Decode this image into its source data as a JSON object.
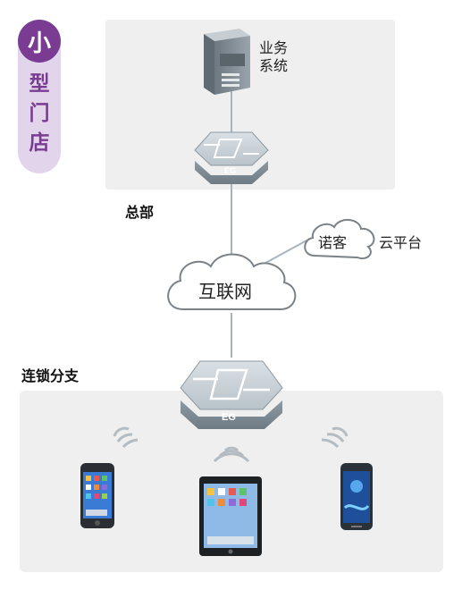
{
  "badge": {
    "size_char": "小",
    "title_chars": [
      "型",
      "门",
      "店"
    ]
  },
  "headquarters": {
    "label": "总部",
    "server_label_line1": "业务",
    "server_label_line2": "系统",
    "gateway_label": "EG"
  },
  "internet": {
    "label": "互联网"
  },
  "cloud": {
    "name": "诺客",
    "suffix": "云平台"
  },
  "branch": {
    "label": "连锁分支",
    "gateway_label": "EG"
  },
  "colors": {
    "accent": "#7a3c93",
    "badge_bg": "#e2d4ea",
    "zone_bg": "#efefef",
    "line": "#a9b4bc"
  }
}
